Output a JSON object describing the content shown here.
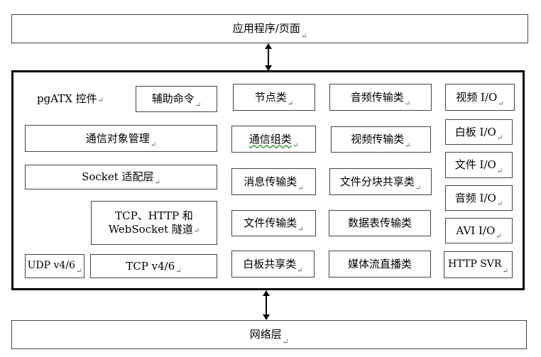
{
  "top_layer": "应用程序/页面",
  "bottom_layer": "网络层",
  "pg_label": "pgATX 控件",
  "para_mark": "↵",
  "left_col": {
    "aux_cmd": "辅助命令",
    "comm_obj": "通信对象管理",
    "socket": "Socket 适配层",
    "tunnel_line1": "TCP、HTTP 和",
    "tunnel_line2": "WebSocket 隧道",
    "udp": "UDP v4/6",
    "tcp": "TCP v4/6"
  },
  "mid_col": [
    "节点类",
    "通信组类",
    "消息传输类",
    "文件传输类",
    "白板共享类"
  ],
  "mid2_col": [
    "音频传输类",
    "视频传输类",
    "文件分块共享类",
    "数据表传输类",
    "媒体流直播类"
  ],
  "io_col": [
    "视频 I/O",
    "白板 I/O",
    "文件 I/O",
    "音频 I/O",
    "AVI I/O",
    "HTTP SVR"
  ]
}
